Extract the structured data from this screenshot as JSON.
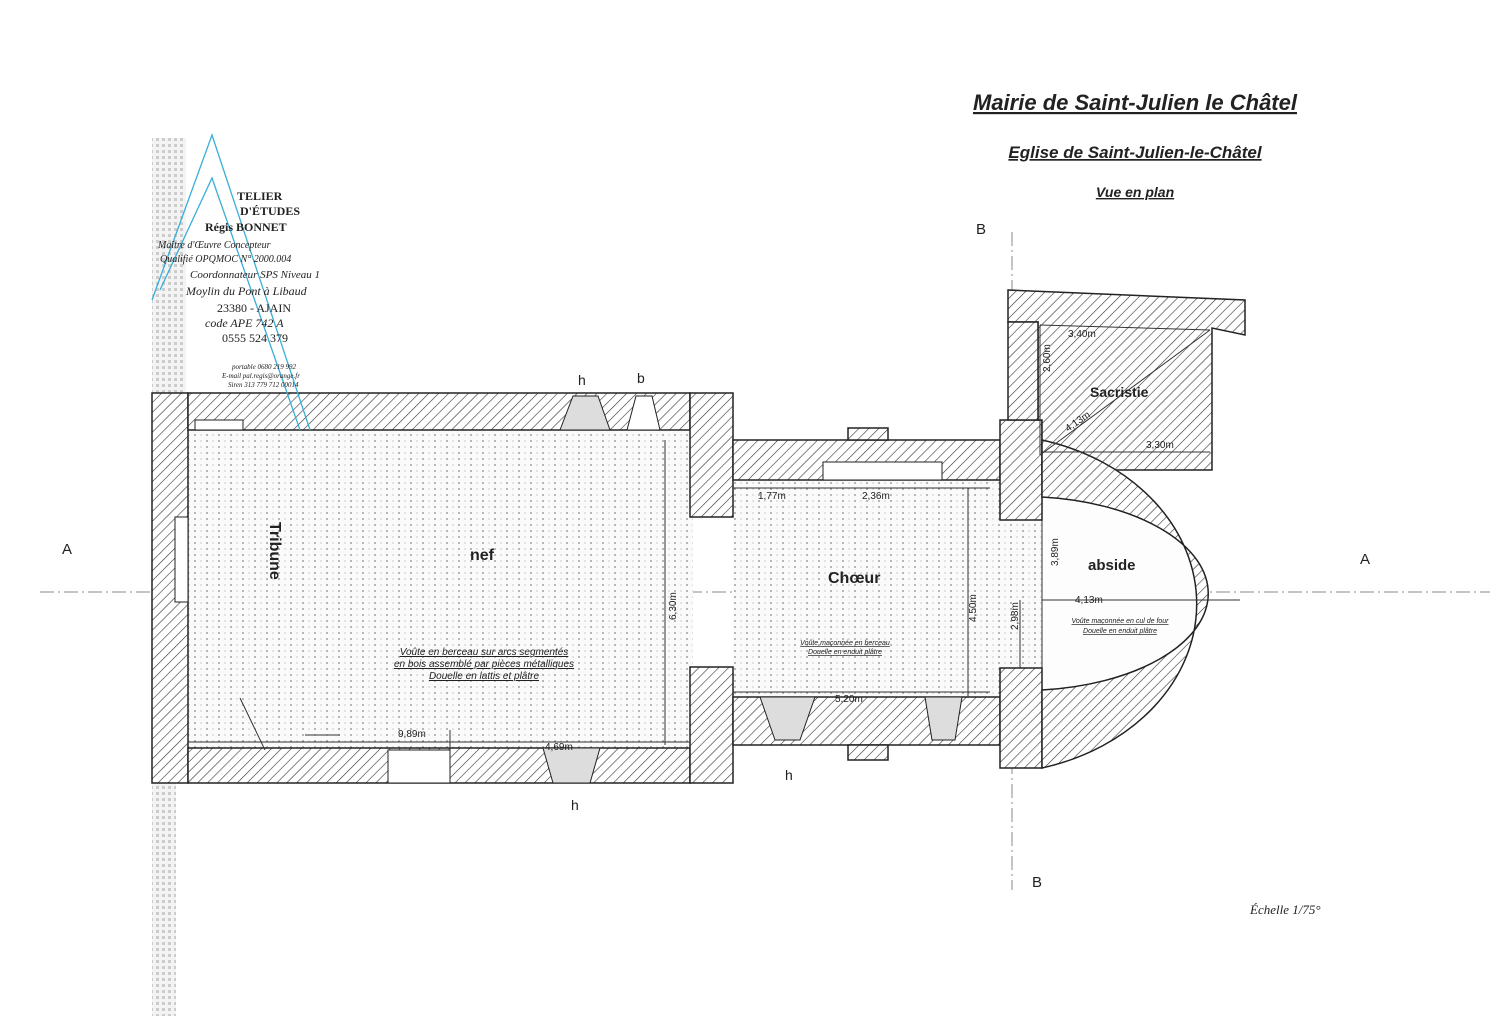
{
  "header": {
    "title": "Mairie de Saint-Julien le Châtel",
    "subtitle": "Eglise de Saint-Julien-le-Châtel",
    "view": "Vue en plan"
  },
  "stamp": {
    "lines": [
      "TELIER",
      "D'ÉTUDES",
      "Régis   BONNET",
      "Maître d'Œuvre Concepteur",
      "Qualifié OPQMOC N° 2000.004",
      "Coordonnateur SPS Niveau 1",
      "Moylin du Pont à Libaud",
      "23380 - AJAIN",
      "code APE   742 A",
      "0555 524 379",
      "portable 0680 219 992",
      "E-mail pal.regis@orange.fr",
      "Siren 313 779 712 00014"
    ]
  },
  "section_marks": {
    "a_left": "A",
    "a_right": "A",
    "b_top": "B",
    "b_bottom": "B"
  },
  "openings": {
    "h_top": "h",
    "b_top": "b",
    "h_bottom_nef": "h",
    "h_bottom_choeur": "h"
  },
  "rooms": {
    "tribune": "Tribune",
    "nef": "nef",
    "choeur": "Chœur",
    "abside": "abside",
    "sacristie": "Sacristie"
  },
  "dimensions": {
    "d1": "3,40m",
    "d2": "2,60m",
    "d3": "4,13m",
    "d4": "3,30m",
    "d5": "1,77m",
    "d6": "2,36m",
    "d7": "3,89m",
    "d8": "4,13m",
    "d9": "6,30m",
    "d10": "4,50m",
    "d11": "2,98m",
    "d12": "5,20m",
    "d13": "9,89m",
    "d14": "4,69m"
  },
  "notes": {
    "nef": [
      "Voûte en berceau sur arcs segmentés",
      "en bois assemblé par pièces métalliques",
      "Douelle en lattis et plâtre"
    ],
    "choeur": [
      "Voûte maçonnée en berceau",
      "Douelle en enduit plâtre"
    ],
    "abside": [
      "Voûte maçonnée en cul de four",
      "Douelle en enduit plâtre"
    ]
  },
  "scale": "Échelle 1/75°"
}
